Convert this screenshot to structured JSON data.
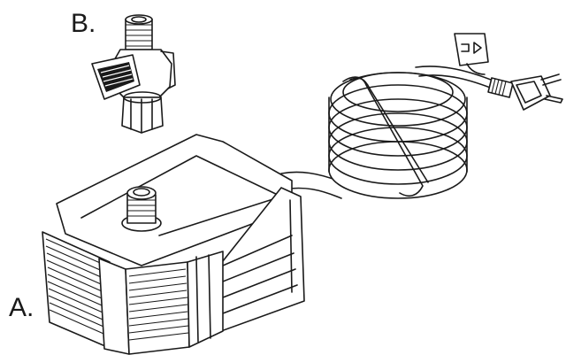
{
  "figure": {
    "parts": [
      {
        "id": "pump",
        "label": "A."
      },
      {
        "id": "valve",
        "label": "B."
      }
    ]
  }
}
